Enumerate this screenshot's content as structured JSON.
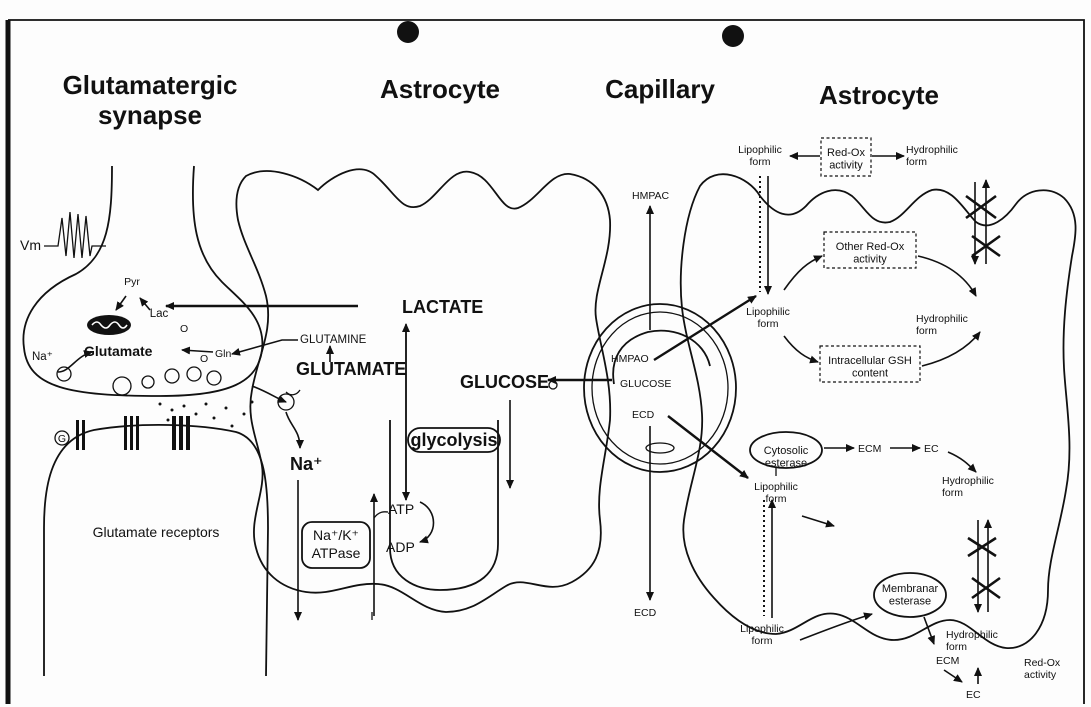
{
  "headings": {
    "synapse_line1": "Glutamatergic",
    "synapse_line2": "synapse",
    "astrocyte_left": "Astrocyte",
    "capillary": "Capillary",
    "astrocyte_right": "Astrocyte"
  },
  "synapse": {
    "vm": "Vm",
    "pyr": "Pyr",
    "lac": "Lac",
    "na_plus": "Na⁺",
    "glutamate": "Glutamate",
    "gln": "Gln",
    "receptors": "Glutamate receptors",
    "receptor_marker": "G"
  },
  "astrocyte_left": {
    "lactate": "LACTATE",
    "glutamine": "GLUTAMINE",
    "glutamate": "GLUTAMATE",
    "glucose": "GLUCOSE",
    "glycolysis": "glycolysis",
    "na_plus": "Na⁺",
    "atpase_line1": "Na⁺/K⁺",
    "atpase_line2": "ATPase",
    "atp": "ATP",
    "adp": "ADP",
    "transporter_marker": "O"
  },
  "capillary": {
    "hmpac": "HMPAC",
    "hmpao": "HMPAO",
    "glucose": "GLUCOSE",
    "ecd_inside": "ECD",
    "ecd_bottom": "ECD"
  },
  "astrocyte_right": {
    "lipophilic_form": "Lipophilic form",
    "hydrophilic_form": "Hydrophilic form",
    "redox_box": "Red-Ox activity",
    "other_redox_box": "Other Red-Ox activity",
    "gsh_box": "Intracellular GSH content",
    "cytosolic_esterase": "Cytosolic esterase",
    "membrane_esterase": "Membranar esterase",
    "ecm": "ECM",
    "ec": "EC",
    "redox_activity": "Red-Ox activity"
  }
}
